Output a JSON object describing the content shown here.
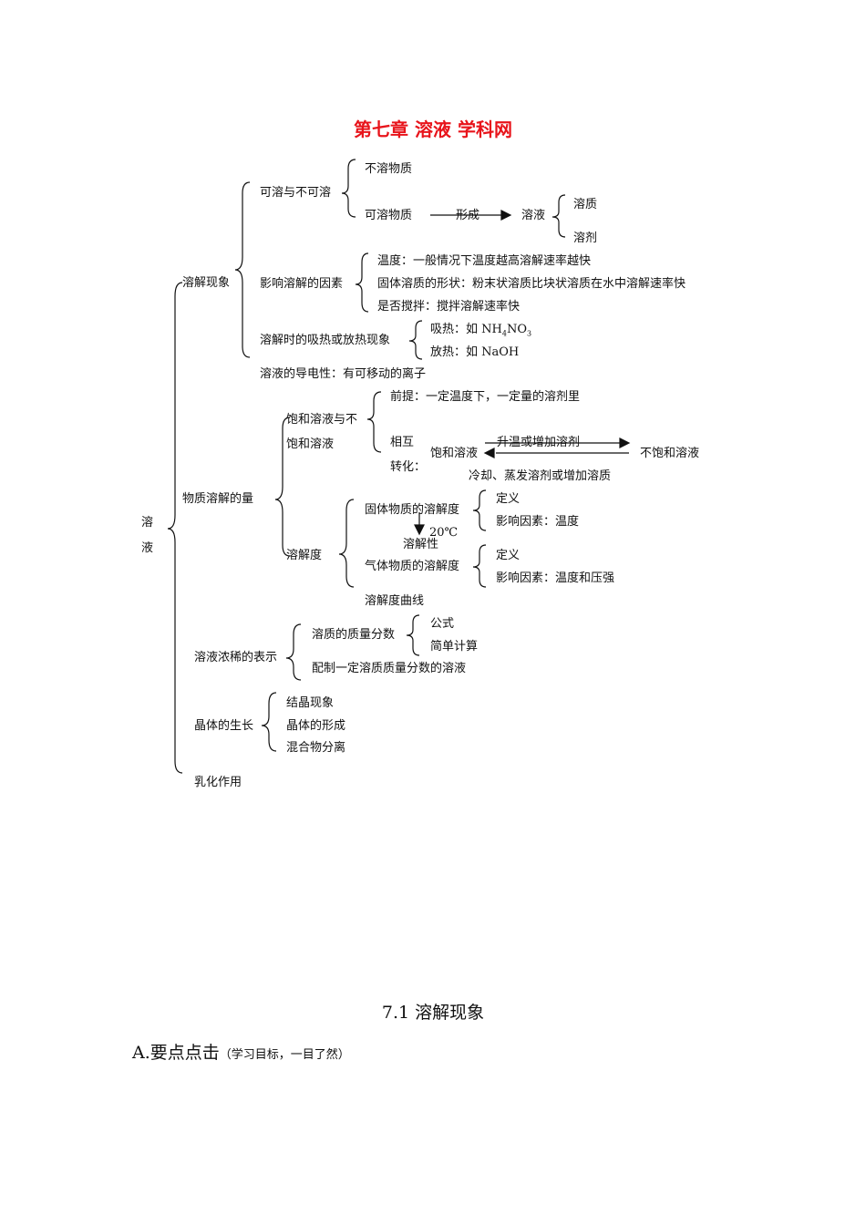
{
  "title": "第七章  溶液 学科网",
  "root": [
    "溶",
    "液"
  ],
  "n1": {
    "label": "溶解现象",
    "a": "可溶与不可溶",
    "a1": "不溶物质",
    "a2": "可溶物质",
    "a_arrow": "形成",
    "a3": "溶液",
    "a3_1": "溶质",
    "a3_2": "溶剂",
    "b": "影响溶解的因素",
    "b1": "温度：一般情况下温度越高溶解速率越快",
    "b2": "固体溶质的形状：粉末状溶质比块状溶质在水中溶解速率快",
    "b3": "是否搅拌：搅拌溶解速率快",
    "c": "溶解时的吸热或放热现象",
    "c1_pre": "吸热：如 NH",
    "c1_sub": "4",
    "c1_post": "NO",
    "c1_sub2": "3",
    "c2": "放热：如 NaOH",
    "d": "溶液的导电性：有可移动的离子"
  },
  "n2": {
    "label": "物质溶解的量",
    "a_l1": "饱和溶液与不",
    "a_l2": "饱和溶液",
    "a1": "前提：一定温度下，一定量的溶剂里",
    "a2_l1": "相互",
    "a2_l2": "转化：",
    "sat": "饱和溶液",
    "unsat": "不饱和溶液",
    "up": "升温或增加溶剂",
    "down": "冷却、蒸发溶剂或增加溶质",
    "b": "溶解度",
    "b1": "固体物质的溶解度",
    "b1_1": "定义",
    "b1_2": "影响因素：温度",
    "b_temp": "20℃",
    "b_mid": "溶解性",
    "b2": "气体物质的溶解度",
    "b2_1": "定义",
    "b2_2": "影响因素：温度和压强",
    "b3": "溶解度曲线"
  },
  "n3": {
    "label": "溶液浓稀的表示",
    "a": "溶质的质量分数",
    "a1": "公式",
    "a2": "简单计算",
    "b": "配制一定溶质质量分数的溶液"
  },
  "n4": {
    "label": "晶体的生长",
    "a": "结晶现象",
    "b": "晶体的形成",
    "c": "混合物分离"
  },
  "n5": {
    "label": "乳化作用"
  },
  "section": "7.1 溶解现象",
  "subsection": {
    "main": "A.要点点击",
    "note": "（学习目标，一目了然）"
  }
}
